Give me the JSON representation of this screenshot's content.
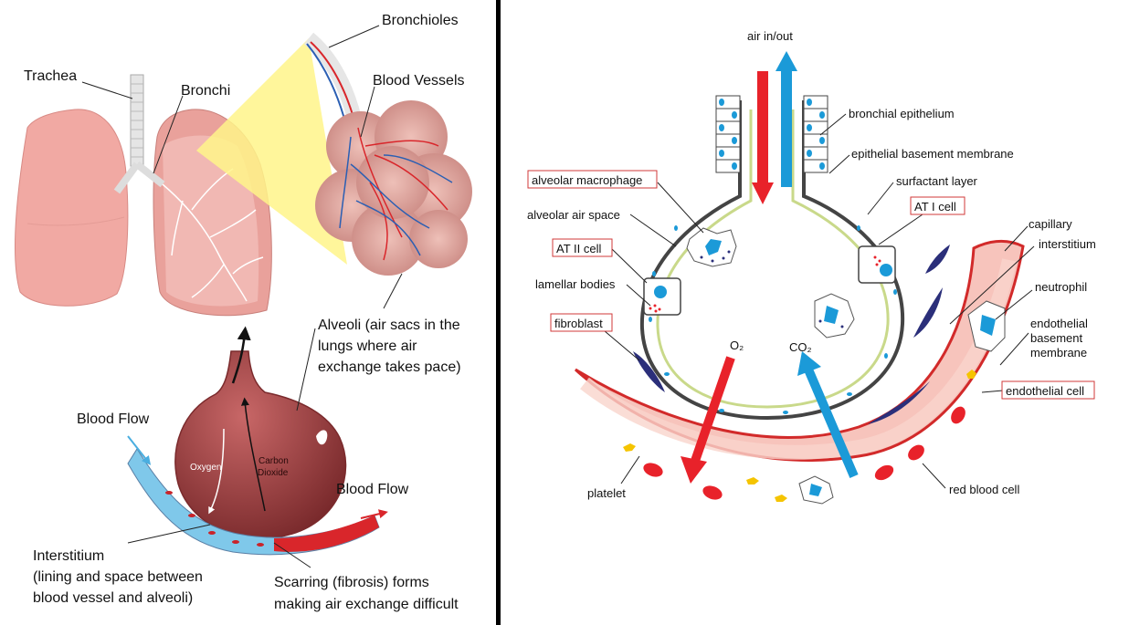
{
  "colors": {
    "divider": "#000000",
    "lung_pink": "#f1a9a3",
    "lung_light": "#f7cdc8",
    "highlight_yellow": "#fff48a",
    "sac_red": "#9d3a3c",
    "blood_red": "#d9262b",
    "vessel_blue": "#7fc8ea",
    "capillary_pink": "#f7c4bc",
    "arrow_red": "#e8222a",
    "arrow_blue": "#1b9ad8",
    "box_red": "#d13a3a",
    "membrane_green": "#c9d98a",
    "fibroblast_navy": "#2b2f7a"
  },
  "left_panel": {
    "labels": {
      "trachea": "Trachea",
      "bronchi": "Bronchi",
      "bronchioles": "Bronchioles",
      "blood_vessels": "Blood Vessels",
      "alveoli_line1": "Alveoli (air sacs in the",
      "alveoli_line2": "lungs where air",
      "alveoli_line3": "exchange takes pace)",
      "blood_flow_left": "Blood Flow",
      "blood_flow_right": "Blood Flow",
      "oxygen": "Oxygen",
      "carbon_line1": "Carbon",
      "carbon_line2": "Dioxide",
      "interstitium_line1": "Interstitium",
      "interstitium_line2": "(lining and space between",
      "interstitium_line3": "blood vessel and alveoli)",
      "scarring_line1": "Scarring (fibrosis) forms",
      "scarring_line2": "making air exchange difficult"
    }
  },
  "right_panel": {
    "labels": {
      "air": "air in/out",
      "bronchial_epithelium": "bronchial epithelium",
      "epithelial_bm": "epithelial basement membrane",
      "surfactant": "surfactant layer",
      "at1": "AT I cell",
      "alveolar_macrophage": "alveolar macrophage",
      "alveolar_air_space": "alveolar air space",
      "at2": "AT II cell",
      "lamellar": "lamellar bodies",
      "fibroblast": "fibroblast",
      "o2": "O₂",
      "co2": "CO₂",
      "capillary": "capillary",
      "interstitium": "interstitium",
      "neutrophil": "neutrophil",
      "endo_bm_line1": "endothelial",
      "endo_bm_line2": "basement",
      "endo_bm_line3": "membrane",
      "endothelial_cell": "endothelial cell",
      "platelet": "platelet",
      "red_blood_cell": "red blood cell"
    }
  }
}
